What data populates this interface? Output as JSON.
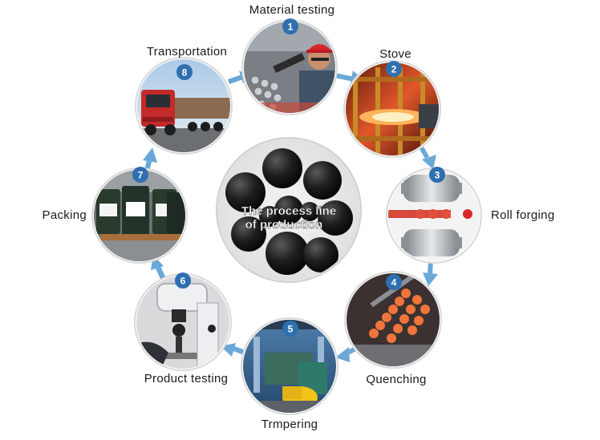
{
  "center": {
    "line1": "The process line",
    "line2": "of production"
  },
  "steps": [
    {
      "number": "1",
      "label": "Material testing"
    },
    {
      "number": "2",
      "label": "Stove"
    },
    {
      "number": "3",
      "label": "Roll forging"
    },
    {
      "number": "4",
      "label": "Quenching"
    },
    {
      "number": "5",
      "label": "Trmpering"
    },
    {
      "number": "6",
      "label": "Product testing"
    },
    {
      "number": "7",
      "label": "Packing"
    },
    {
      "number": "8",
      "label": "Transportation"
    }
  ],
  "colors": {
    "arrow": "#6aa8d8",
    "badge": "#2f6fb0",
    "ring": "#d9d9d9",
    "ball": "#1c1c1c",
    "heat": "#e2572a"
  }
}
